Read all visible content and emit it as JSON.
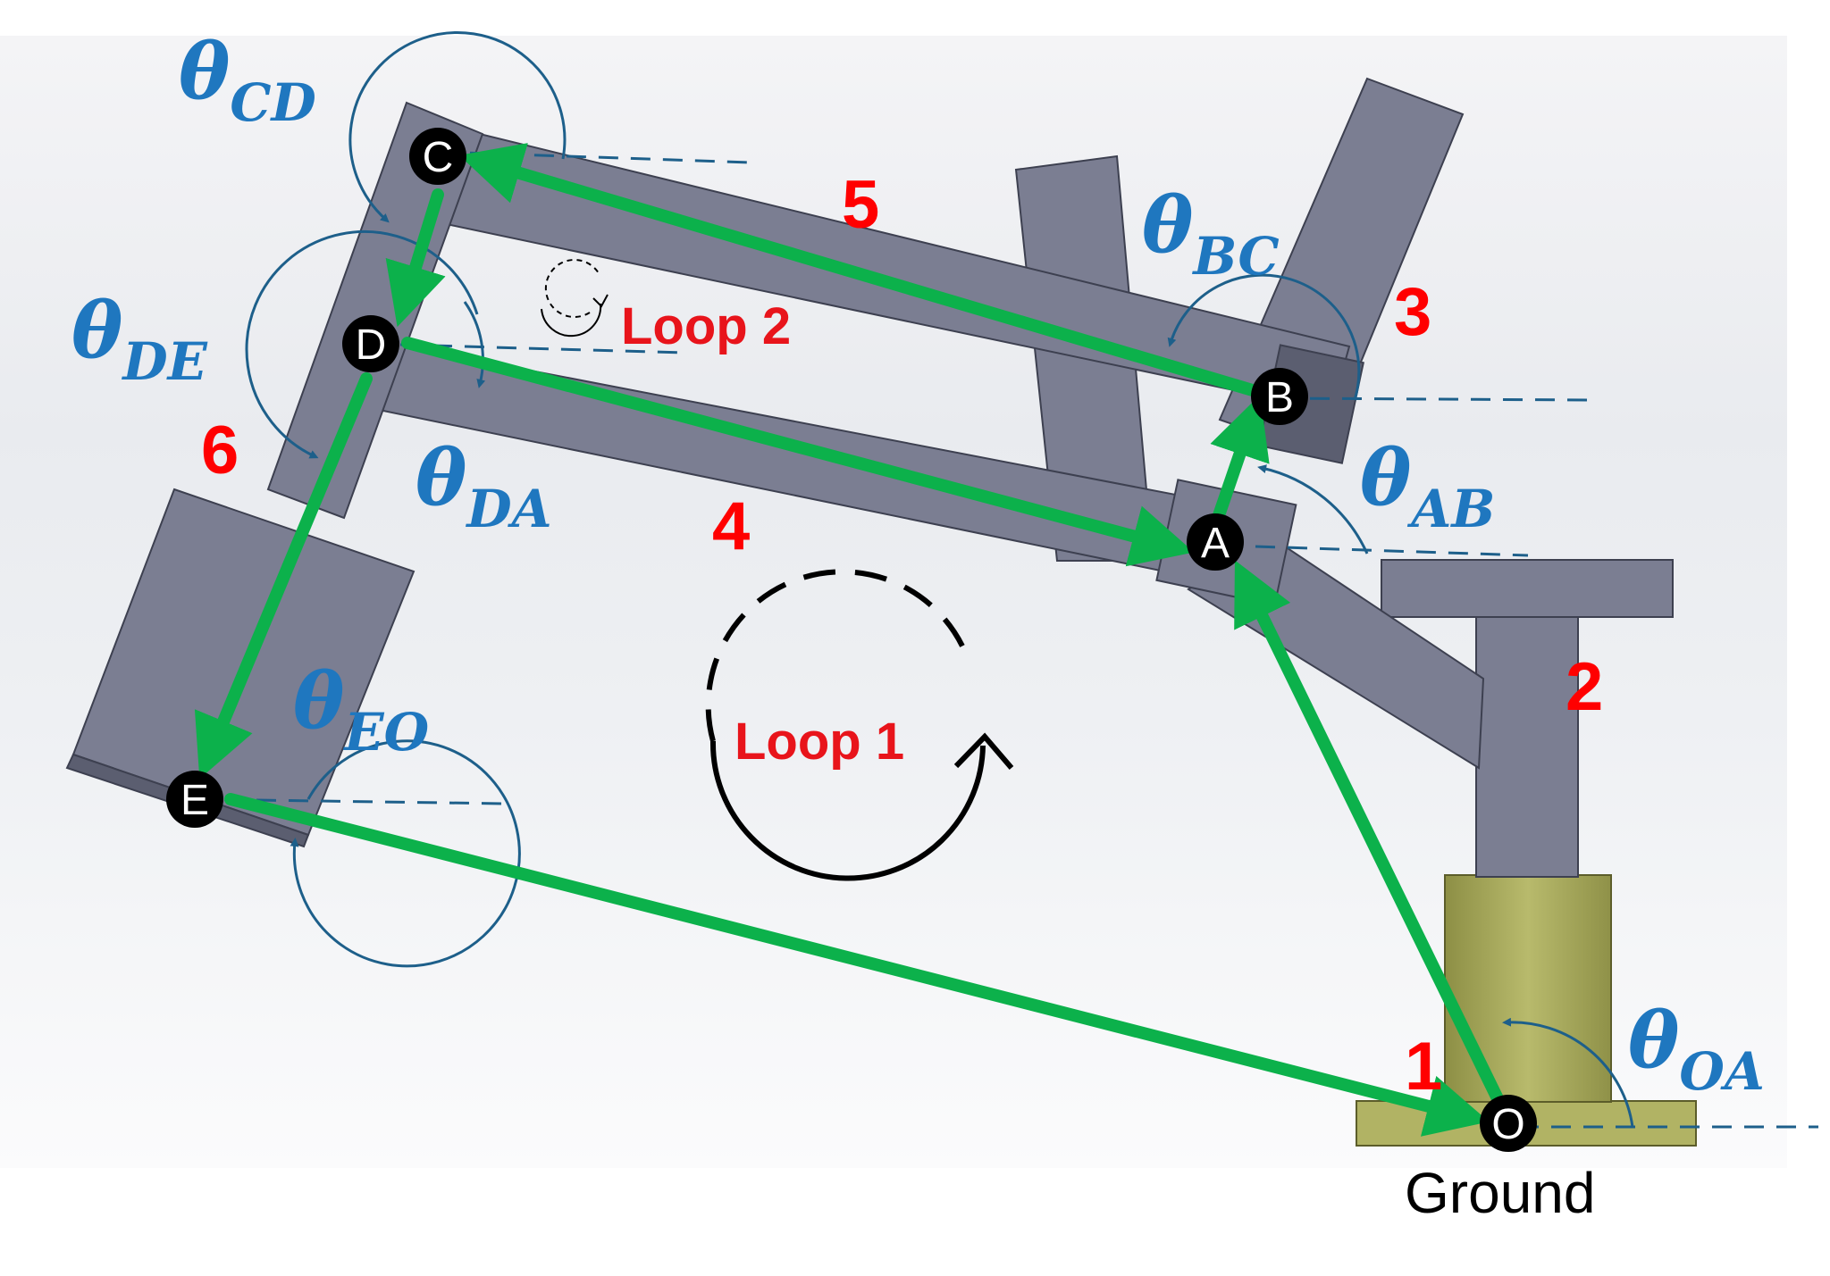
{
  "links": {
    "l1": "1",
    "l2": "2",
    "l3": "3",
    "l4": "4",
    "l5": "5",
    "l6": "6"
  },
  "joints": {
    "O": "O",
    "A": "A",
    "B": "B",
    "C": "C",
    "D": "D",
    "E": "E"
  },
  "angles": {
    "theta_symbol": "θ",
    "OA": "OA",
    "AB": "AB",
    "BC": "BC",
    "CD": "CD",
    "DE": "DE",
    "DA": "DA",
    "EO": "EO"
  },
  "loops": {
    "loop1": "Loop 1",
    "loop2": "Loop 2"
  },
  "ground": "Ground",
  "colors": {
    "vector": "#0cb14b",
    "link_number": "#ff0000",
    "angle_label": "#1f77bf",
    "reference_line": "#1d5f8a",
    "base": "#b1b364"
  }
}
